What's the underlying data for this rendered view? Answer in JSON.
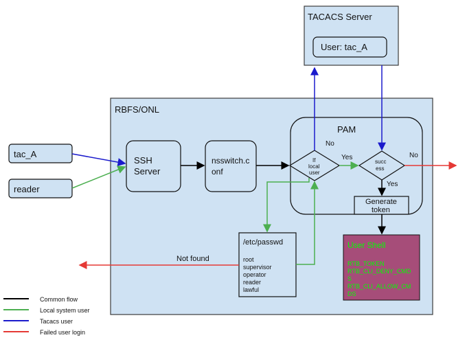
{
  "tacacs_server": {
    "title": "TACACS Server",
    "user_label": "User: tac_A"
  },
  "rbfs": {
    "title": "RBFS/ONL"
  },
  "inputs": {
    "tac_a": "tac_A",
    "reader": "reader"
  },
  "ssh": {
    "line1": "SSH",
    "line2": "Server"
  },
  "nsswitch": {
    "line1": "nsswitch.c",
    "line2": "onf"
  },
  "pam": {
    "title": "PAM",
    "decision_local": {
      "line1": "If",
      "line2": "local",
      "line3": "user"
    },
    "decision_success": {
      "line1": "succ",
      "line2": "ess"
    },
    "generate_token": {
      "line1": "Generate",
      "line2": "token"
    },
    "labels": {
      "no_top": "No",
      "yes_mid": "Yes",
      "no_right": "No",
      "yes_bottom": "Yes"
    }
  },
  "passwd": {
    "title": "/etc/passwd",
    "entries": [
      "root",
      "supervisor",
      "operator",
      "reader",
      "lawful"
    ],
    "not_found": "Not found"
  },
  "user_shell": {
    "title": "User Shell",
    "lines": [
      "RTB_TOKEN",
      "RTB_CLI_DENY_CMD",
      "S",
      "RTB_CLI_ALLOW_CM",
      "DS"
    ]
  },
  "legend": [
    {
      "label": "Common flow",
      "color": "#000000"
    },
    {
      "label": "Local system user",
      "color": "#4caf50"
    },
    {
      "label": "Tacacs user",
      "color": "#1a1acc"
    },
    {
      "label": "Failed user login",
      "color": "#e53935"
    }
  ],
  "colors": {
    "box_fill": "#cfe2f3",
    "box_stroke": "#3c3c3c",
    "green": "#4caf50",
    "blue": "#1a1acc",
    "red": "#e53935",
    "shell_fill": "#a64d79",
    "shell_text": "#00ff00"
  }
}
